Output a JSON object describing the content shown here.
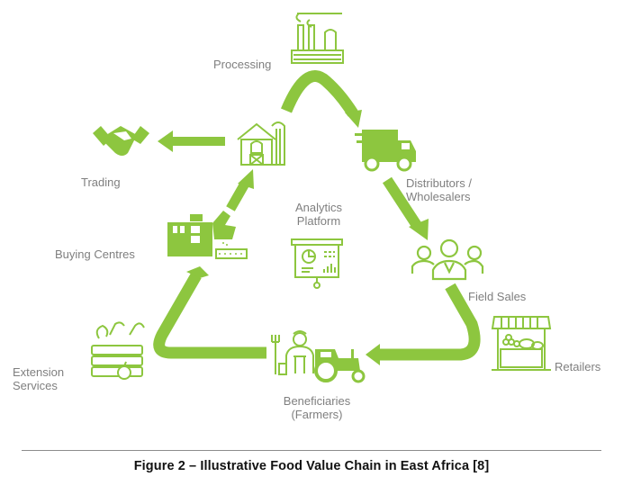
{
  "figure": {
    "caption": "Figure 2 – Illustrative Food Value Chain in East Africa  [8]",
    "accent_color": "#8dc63f",
    "label_color": "#7f7f7f"
  },
  "nodes": {
    "processing": {
      "label": "Processing",
      "icon": "factory-icon"
    },
    "trading": {
      "label": "Trading",
      "icon": "handshake-icon"
    },
    "storage": {
      "label": "",
      "icon": "barn-silo-icon"
    },
    "distributors": {
      "label_line1": "Distributors /",
      "label_line2": "Wholesalers",
      "icon": "delivery-truck-icon"
    },
    "buying_centres": {
      "label": "Buying Centres",
      "icon": "cash-register-icon"
    },
    "analytics": {
      "label_line1": "Analytics",
      "label_line2": "Platform",
      "icon": "presentation-board-icon"
    },
    "field_sales": {
      "label": "Field Sales",
      "icon": "sales-team-icon"
    },
    "retailers": {
      "label": "Retailers",
      "icon": "market-stall-icon"
    },
    "extension": {
      "label_line1": "Extension",
      "label_line2": "Services",
      "icon": "produce-crate-icon"
    },
    "beneficiaries": {
      "label_line1": "Beneficiaries",
      "label_line2": "(Farmers)",
      "icon": "farmer-tractor-icon"
    }
  },
  "flows": [
    {
      "from": "Beneficiaries (Farmers)",
      "to": "Buying Centres"
    },
    {
      "from": "Buying Centres",
      "to": "Storage"
    },
    {
      "from": "Storage",
      "to": "Trading"
    },
    {
      "from": "Storage",
      "to": "Processing"
    },
    {
      "from": "Processing",
      "to": "Distributors / Wholesalers"
    },
    {
      "from": "Distributors / Wholesalers",
      "to": "Field Sales"
    },
    {
      "from": "Field Sales",
      "to": "Beneficiaries (Farmers)"
    }
  ]
}
